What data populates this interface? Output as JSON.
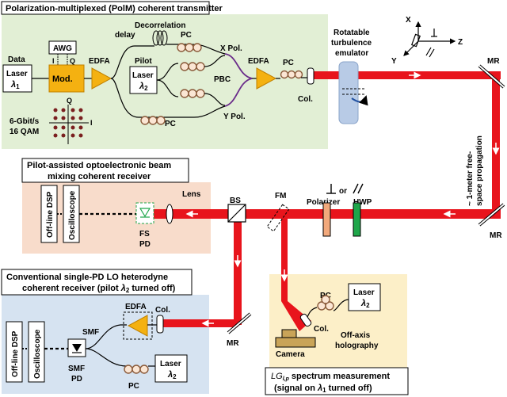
{
  "tx": {
    "title": "Polarization-multiplexed (PolM) coherent transmitter",
    "data": "Data",
    "laser": "Laser",
    "lambda1": "λ",
    "sub1": "1",
    "mod": "Mod.",
    "awg": "AWG",
    "i": "I",
    "q": "Q",
    "edfa": "EDFA",
    "decorr1": "Decorrelation",
    "decorr2": "delay",
    "pc": "PC",
    "pilot": "Pilot",
    "laser2": "Laser",
    "lambda2": "λ",
    "sub2": "2",
    "xpol": "X Pol.",
    "ypol": "Y Pol.",
    "pbc": "PBC",
    "edfa2": "EDFA",
    "pc2": "PC",
    "col": "Col.",
    "rate1": "6-Gbit/s",
    "rate2": "16 QAM",
    "constq": "Q",
    "consti": "I"
  },
  "turb": {
    "l1": "Rotatable",
    "l2": "turbulence",
    "l3": "emulator"
  },
  "axes": {
    "x": "X",
    "y": "Y",
    "z": "Z"
  },
  "prop": {
    "l1": "~ 1-meter free-",
    "l2": "space propagation"
  },
  "mr": "MR",
  "rx1": {
    "t1": "Pilot-assisted optoelectronic beam",
    "t2": "mixing coherent receiver",
    "dsp": "Off-line DSP",
    "osc": "Oscilloscope",
    "lens": "Lens",
    "fs": "FS",
    "pd": "PD"
  },
  "mid": {
    "bs": "BS",
    "fm": "FM",
    "or": "or",
    "polarizer": "Polarizer",
    "hwp": "HWP"
  },
  "rx2": {
    "t1": "Conventional single-PD LO heterodyne",
    "t2pre": "coherent receiver (pilot ",
    "t2post": " turned off)",
    "edfa": "EDFA",
    "col": "Col.",
    "smf": "SMF",
    "smf2": "SMF",
    "pd": "PD",
    "dsp": "Off-line DSP",
    "osc": "Oscilloscope",
    "pc": "PC",
    "laser": "Laser"
  },
  "holo": {
    "pc": "PC",
    "laser": "Laser",
    "col": "Col.",
    "camera": "Camera",
    "offaxis1": "Off-axis",
    "offaxis2": "holography",
    "m1": "spectrum measurement",
    "m2pre": "(signal on ",
    "m2post": " turned off)",
    "lg": "LG",
    "lgsub": "l,p"
  },
  "colors": {
    "beam": "#e8141c",
    "tx_bg": "#e2efd5",
    "rx1_bg": "#f8dccb",
    "rx2_bg": "#d6e3f1",
    "holo_bg": "#fcefc8",
    "amp": "#f4b111",
    "mod": "#f4b111",
    "polarizer": "#f2a97c",
    "hwp": "#1fa64a",
    "turb": "#b8cbe6"
  }
}
